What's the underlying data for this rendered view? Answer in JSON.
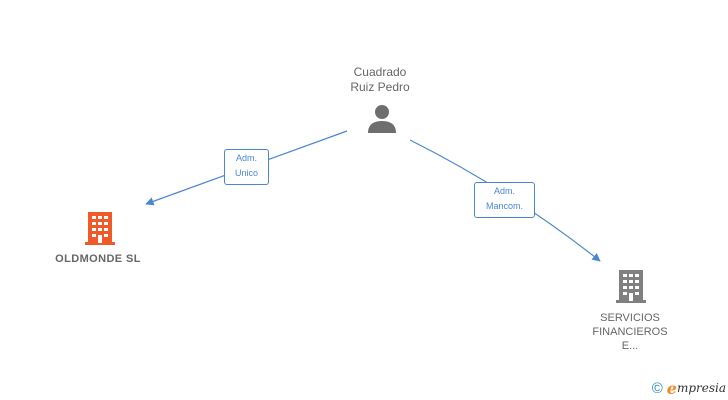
{
  "person": {
    "name_line1": "Cuadrado",
    "name_line2": "Ruiz Pedro"
  },
  "companies": [
    {
      "name": "OLDMONDE SL",
      "color": "#f05a28"
    },
    {
      "name_line1": "SERVICIOS",
      "name_line2": "FINANCIEROS",
      "name_line3": "E...",
      "color": "#808080"
    }
  ],
  "relations": [
    {
      "line1": "Adm.",
      "line2": "Unico"
    },
    {
      "line1": "Adm.",
      "line2": "Mancom."
    }
  ],
  "colors": {
    "edge": "#4a86d4",
    "label_text": "#666666"
  },
  "brand": {
    "copyright_symbol": "©",
    "e_letter": "e",
    "rest": "mpresia"
  }
}
